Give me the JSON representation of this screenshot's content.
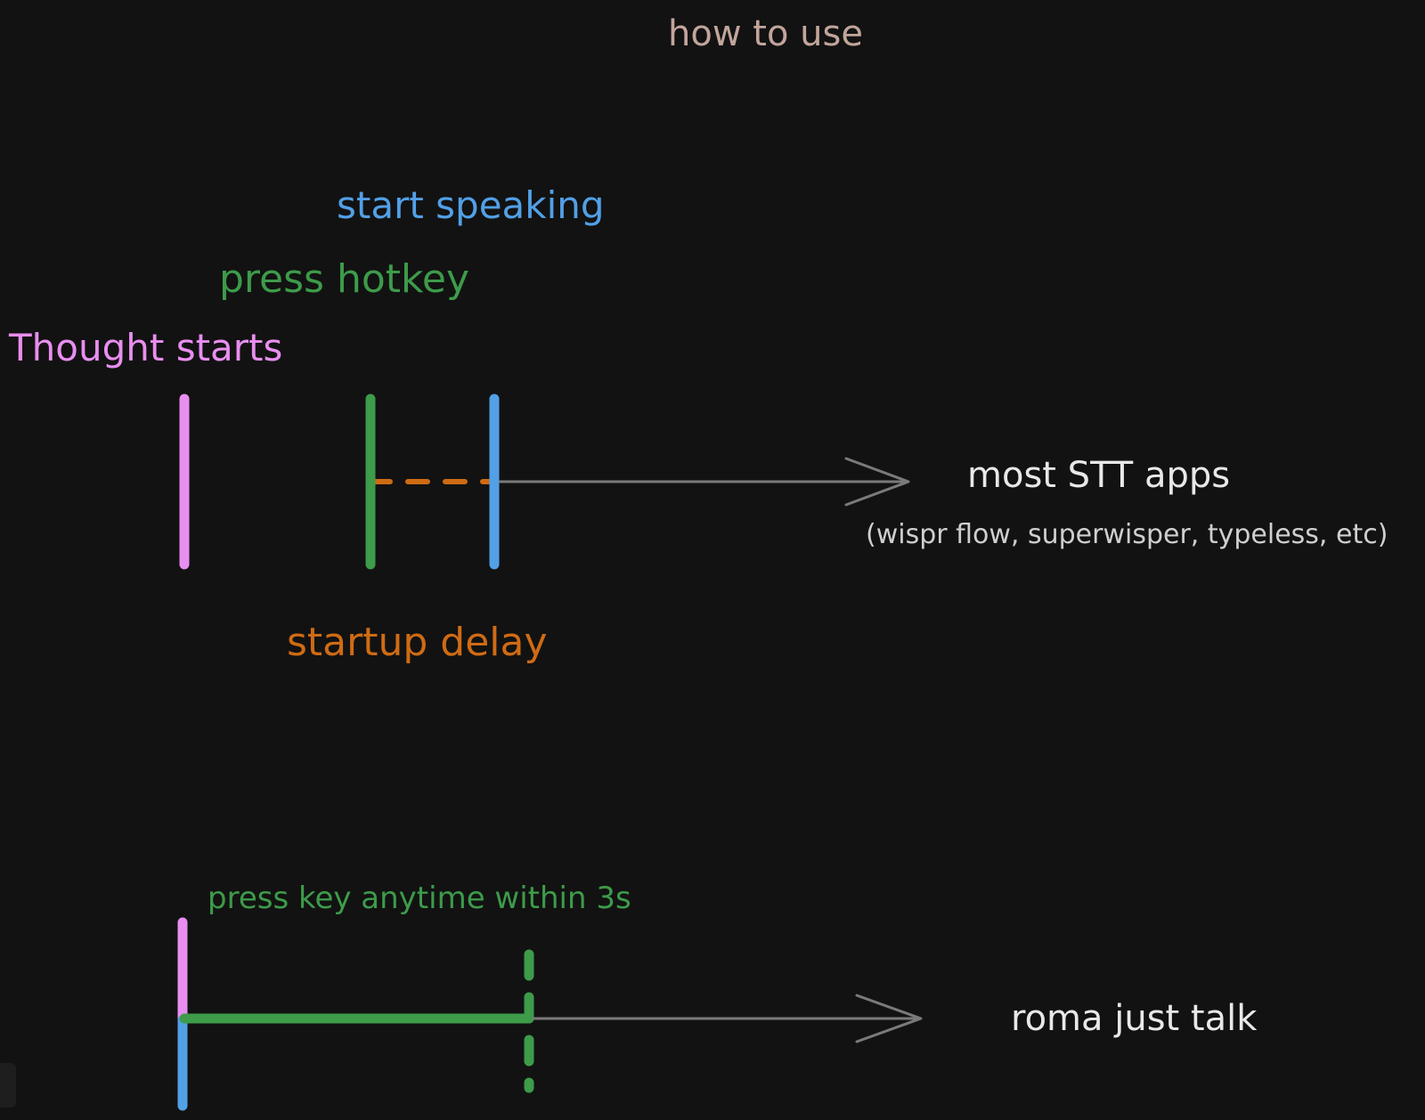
{
  "title": "how to use",
  "top_timeline": {
    "start_speaking_label": "start speaking",
    "press_hotkey_label": "press hotkey",
    "thought_starts_label": "Thought starts",
    "startup_delay_label": "startup delay",
    "result_label": "most STT apps",
    "result_sublabel": "(wispr flow, superwisper, typeless, etc)"
  },
  "bottom_timeline": {
    "press_key_label": "press key anytime within 3s",
    "result_label": "roma just talk"
  },
  "colors": {
    "background": "#121212",
    "thought": "#e88ef0",
    "hotkey": "#3d9b4a",
    "speaking": "#52a0e6",
    "delay": "#cf6b14",
    "arrow": "#7a7a7a",
    "title": "#c2a59b",
    "text": "#e8e8e8"
  }
}
